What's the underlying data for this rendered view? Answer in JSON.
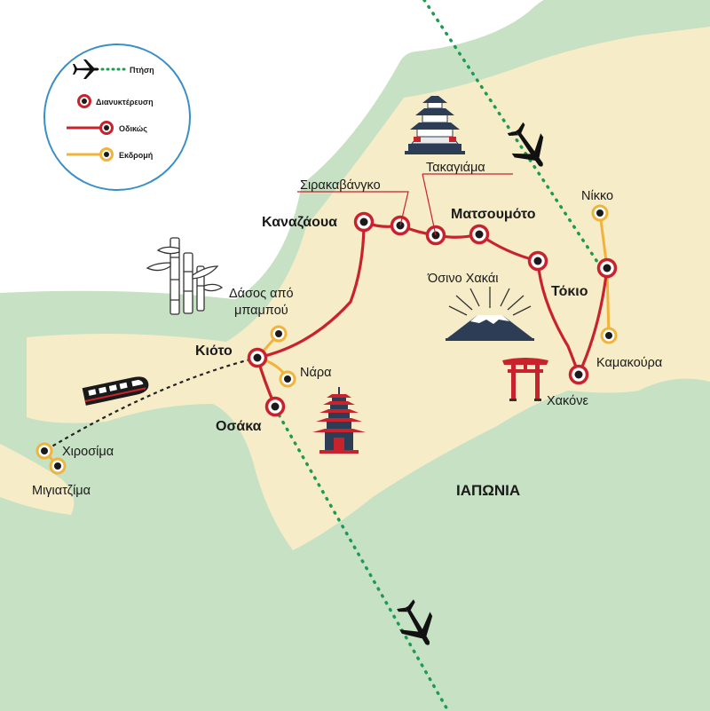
{
  "colors": {
    "sea": "#ffffff",
    "land": "#f6ecc8",
    "shore": "#c6e1c3",
    "road": "#c8232c",
    "excursion": "#f0b43c",
    "flight": "#1f9a53",
    "train": "#222222"
  },
  "legend": {
    "flight": "Πτήση",
    "overnight": "Διανυκτέρευση",
    "road": "Οδικώς",
    "excursion": "Εκδρομή"
  },
  "country_label": "ΙΑΠΩΝΙΑ",
  "places": {
    "kanazawa": "Καναζάουα",
    "shirakawago": "Σιρακαβάνγκο",
    "takayama": "Τακαγιάμα",
    "matsumoto": "Ματσουμότο",
    "oshino": "Όσινο Χακάι",
    "tokyo": "Τόκιο",
    "nikko": "Νίκκο",
    "kamakura": "Καμακούρα",
    "hakone": "Χακόνε",
    "kyoto": "Κιότο",
    "bamboo_1": "Δάσος από",
    "bamboo_2": "μπαμπού",
    "nara": "Νάρα",
    "osaka": "Οσάκα",
    "hiroshima": "Χιροσίμα",
    "miyajima": "Μιγιατζίμα"
  },
  "icons": [
    "airplane-icon",
    "castle-icon",
    "bamboo-icon",
    "bullet-train-icon",
    "mount-fuji-icon",
    "torii-gate-icon",
    "pagoda-icon"
  ]
}
